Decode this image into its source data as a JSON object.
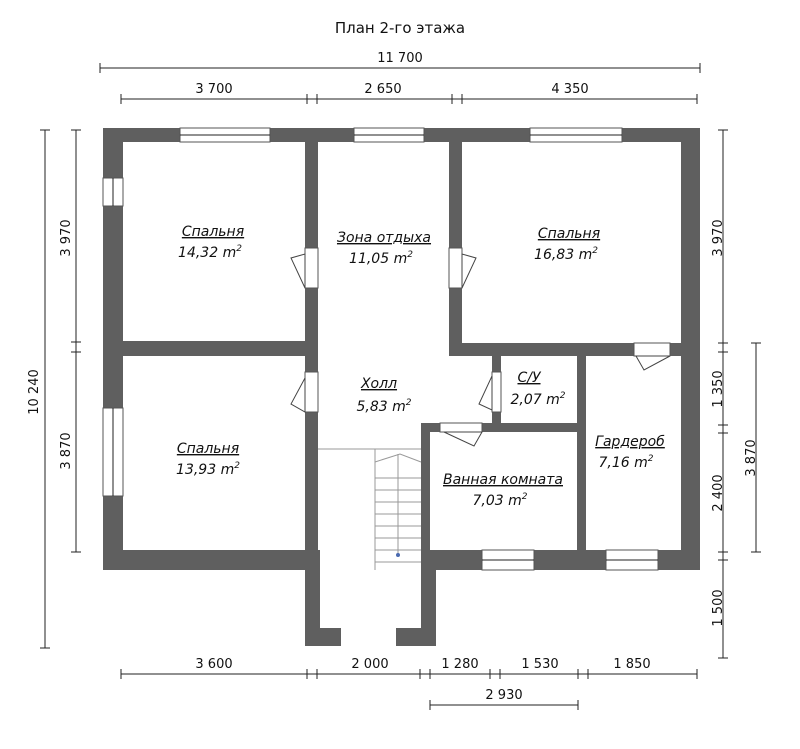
{
  "title": "План 2-го этажа",
  "dimensions": {
    "total_width": "11 700",
    "top": [
      "3 700",
      "2 650",
      "4 350"
    ],
    "left_total": "10 240",
    "left": [
      "3 970",
      "3 870"
    ],
    "right": [
      "3 970",
      "1 350",
      "2 400",
      "1 500"
    ],
    "right_outer": "3 870",
    "bottom": [
      "3 600",
      "2 000",
      "1 280",
      "1 530",
      "1 850"
    ],
    "bottom_sub": "2 930"
  },
  "rooms": [
    {
      "name": "Спальня",
      "area": "14,32 m",
      "unit_sup": "2"
    },
    {
      "name": "Зона  отдыха",
      "area": "11,05 m",
      "unit_sup": "2"
    },
    {
      "name": "Спальня",
      "area": "16,83 m",
      "unit_sup": "2"
    },
    {
      "name": "Холл",
      "area": "5,83 m",
      "unit_sup": "2"
    },
    {
      "name": "С/У",
      "area": "2,07 m",
      "unit_sup": "2"
    },
    {
      "name": "Спальня",
      "area": "13,93 m",
      "unit_sup": "2"
    },
    {
      "name": "Гардероб",
      "area": "7,16 m",
      "unit_sup": "2"
    },
    {
      "name": "Ванная комната",
      "area": "7,03 m",
      "unit_sup": "2"
    }
  ],
  "colors": {
    "wall": "#5f5f5f",
    "line": "#222222",
    "background": "#ffffff"
  }
}
